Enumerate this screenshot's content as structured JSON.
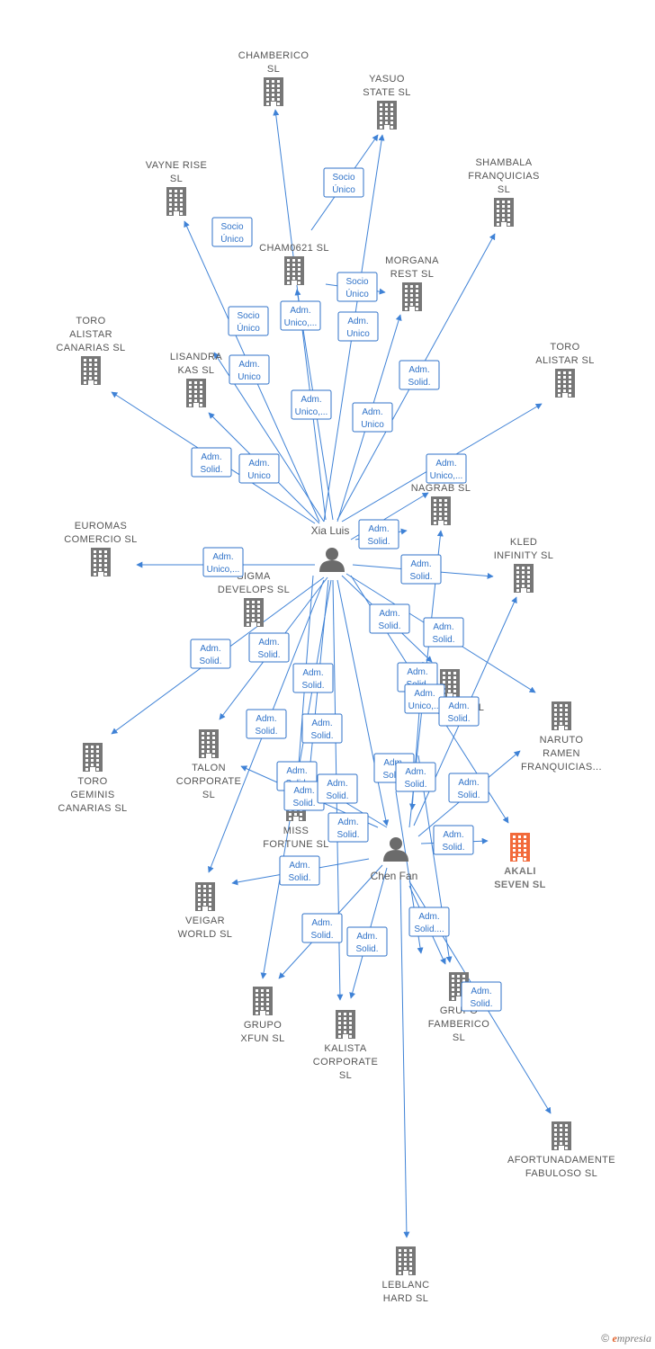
{
  "colors": {
    "edge": "#3f82d6",
    "building": "#777777",
    "focus": "#f26a3b",
    "person": "#6b6b6b"
  },
  "persons": [
    {
      "id": "xia",
      "label": "Xia Luis"
    },
    {
      "id": "chen",
      "label": "Chen Fan"
    }
  ],
  "companies": [
    {
      "id": "chamberico",
      "lines": [
        "CHAMBERICO",
        "SL"
      ]
    },
    {
      "id": "yasuo",
      "lines": [
        "YASUO",
        "STATE  SL"
      ]
    },
    {
      "id": "vayne",
      "lines": [
        "VAYNE RISE",
        "SL"
      ]
    },
    {
      "id": "shambala",
      "lines": [
        "SHAMBALA",
        "FRANQUICIAS",
        "SL"
      ]
    },
    {
      "id": "cham0621",
      "lines": [
        "CHAM0621  SL"
      ]
    },
    {
      "id": "morgana",
      "lines": [
        "MORGANA",
        "REST  SL"
      ]
    },
    {
      "id": "toro_canarias",
      "lines": [
        "TORO",
        "ALISTAR",
        "CANARIAS  SL"
      ]
    },
    {
      "id": "lisandra",
      "lines": [
        "LISANDRA",
        "KAS  SL"
      ]
    },
    {
      "id": "toro_alistar",
      "lines": [
        "TORO",
        "ALISTAR  SL"
      ]
    },
    {
      "id": "nagrab",
      "lines": [
        "NAGRAB  SL"
      ]
    },
    {
      "id": "euromas",
      "lines": [
        "EUROMAS",
        "COMERCIO  SL"
      ]
    },
    {
      "id": "kled",
      "lines": [
        "KLED",
        "INFINITY  SL"
      ]
    },
    {
      "id": "sigma",
      "lines": [
        "SIGMA",
        "DEVELOPS  SL"
      ]
    },
    {
      "id": "venturis",
      "lines": [
        "VENTURIS  SL"
      ]
    },
    {
      "id": "naruto",
      "lines": [
        "NARUTO",
        "RAMEN",
        "FRANQUICIAS..."
      ]
    },
    {
      "id": "toro_geminis",
      "lines": [
        "TORO",
        "GEMINIS",
        "CANARIAS  SL"
      ]
    },
    {
      "id": "talon",
      "lines": [
        "TALON",
        "CORPORATE",
        "SL"
      ]
    },
    {
      "id": "miss",
      "lines": [
        "MISS",
        "FORTUNE  SL"
      ]
    },
    {
      "id": "akali",
      "lines": [
        "AKALI",
        "SEVEN  SL"
      ],
      "focus": true
    },
    {
      "id": "veigar",
      "lines": [
        "VEIGAR",
        "WORLD  SL"
      ]
    },
    {
      "id": "grupo_xfun",
      "lines": [
        "GRUPO",
        "XFUN  SL"
      ]
    },
    {
      "id": "kalista",
      "lines": [
        "KALISTA",
        "CORPORATE",
        "SL"
      ]
    },
    {
      "id": "grupo_famberico",
      "lines": [
        "GRUPO",
        "FAMBERICO",
        "SL"
      ]
    },
    {
      "id": "afortunadamente",
      "lines": [
        "AFORTUNADAMENTE",
        "FABULOSO  SL"
      ]
    },
    {
      "id": "leblanc",
      "lines": [
        "LEBLANC",
        "HARD  SL"
      ]
    }
  ],
  "edge_labels": [
    {
      "id": "l1",
      "lines": [
        "Socio",
        "Único"
      ]
    },
    {
      "id": "l2",
      "lines": [
        "Socio",
        "Único"
      ]
    },
    {
      "id": "l3",
      "lines": [
        "Socio",
        "Único"
      ]
    },
    {
      "id": "l4",
      "lines": [
        "Socio",
        "Único"
      ]
    },
    {
      "id": "l5",
      "lines": [
        "Adm.",
        "Unico,..."
      ]
    },
    {
      "id": "l6",
      "lines": [
        "Adm.",
        "Unico"
      ]
    },
    {
      "id": "l7",
      "lines": [
        "Adm.",
        "Unico"
      ]
    },
    {
      "id": "l8",
      "lines": [
        "Adm.",
        "Solid."
      ]
    },
    {
      "id": "l9",
      "lines": [
        "Adm.",
        "Unico,..."
      ]
    },
    {
      "id": "l10",
      "lines": [
        "Adm.",
        "Unico"
      ]
    },
    {
      "id": "l11",
      "lines": [
        "Adm.",
        "Solid."
      ]
    },
    {
      "id": "l12",
      "lines": [
        "Adm.",
        "Unico"
      ]
    },
    {
      "id": "l13",
      "lines": [
        "Adm.",
        "Unico,..."
      ]
    },
    {
      "id": "l14",
      "lines": [
        "Adm.",
        "Unico,..."
      ]
    },
    {
      "id": "l15",
      "lines": [
        "Adm.",
        "Solid."
      ]
    },
    {
      "id": "l16",
      "lines": [
        "Adm.",
        "Solid."
      ]
    },
    {
      "id": "l17",
      "lines": [
        "Adm.",
        "Solid."
      ]
    },
    {
      "id": "l18",
      "lines": [
        "Adm.",
        "Solid."
      ]
    },
    {
      "id": "l19",
      "lines": [
        "Adm.",
        "Solid."
      ]
    },
    {
      "id": "l20",
      "lines": [
        "Adm.",
        "Solid."
      ]
    },
    {
      "id": "l21",
      "lines": [
        "Adm.",
        "Solid."
      ]
    },
    {
      "id": "l22",
      "lines": [
        "Adm.",
        "Solid."
      ]
    },
    {
      "id": "l23",
      "lines": [
        "Adm.",
        "Solid."
      ]
    },
    {
      "id": "l24",
      "lines": [
        "Adm.",
        "Solid."
      ]
    },
    {
      "id": "l25",
      "lines": [
        "Adm.",
        "Unico,..."
      ]
    },
    {
      "id": "l26",
      "lines": [
        "Adm.",
        "Solid."
      ]
    },
    {
      "id": "l27",
      "lines": [
        "Adm.",
        "Solid."
      ]
    },
    {
      "id": "l28",
      "lines": [
        "Adm.",
        "Solid."
      ]
    },
    {
      "id": "l29",
      "lines": [
        "Adm.",
        "Solid."
      ]
    },
    {
      "id": "l30",
      "lines": [
        "Adm.",
        "Solid."
      ]
    },
    {
      "id": "l31",
      "lines": [
        "Adm.",
        "Solid."
      ]
    },
    {
      "id": "l32",
      "lines": [
        "Adm.",
        "Solid."
      ]
    },
    {
      "id": "l33",
      "lines": [
        "Adm.",
        "Solid."
      ]
    },
    {
      "id": "l34",
      "lines": [
        "Adm.",
        "Solid."
      ]
    },
    {
      "id": "l35",
      "lines": [
        "Adm.",
        "Solid."
      ]
    },
    {
      "id": "l36",
      "lines": [
        "Adm.",
        "Solid."
      ]
    },
    {
      "id": "l37",
      "lines": [
        "Adm.",
        "Solid...."
      ]
    },
    {
      "id": "l38",
      "lines": [
        "Adm.",
        "Solid."
      ]
    },
    {
      "id": "l39",
      "lines": [
        "Adm.",
        "Solid."
      ]
    }
  ],
  "footer": {
    "copyright": "©",
    "brand_initial": "e",
    "brand_rest": "mpresia"
  }
}
